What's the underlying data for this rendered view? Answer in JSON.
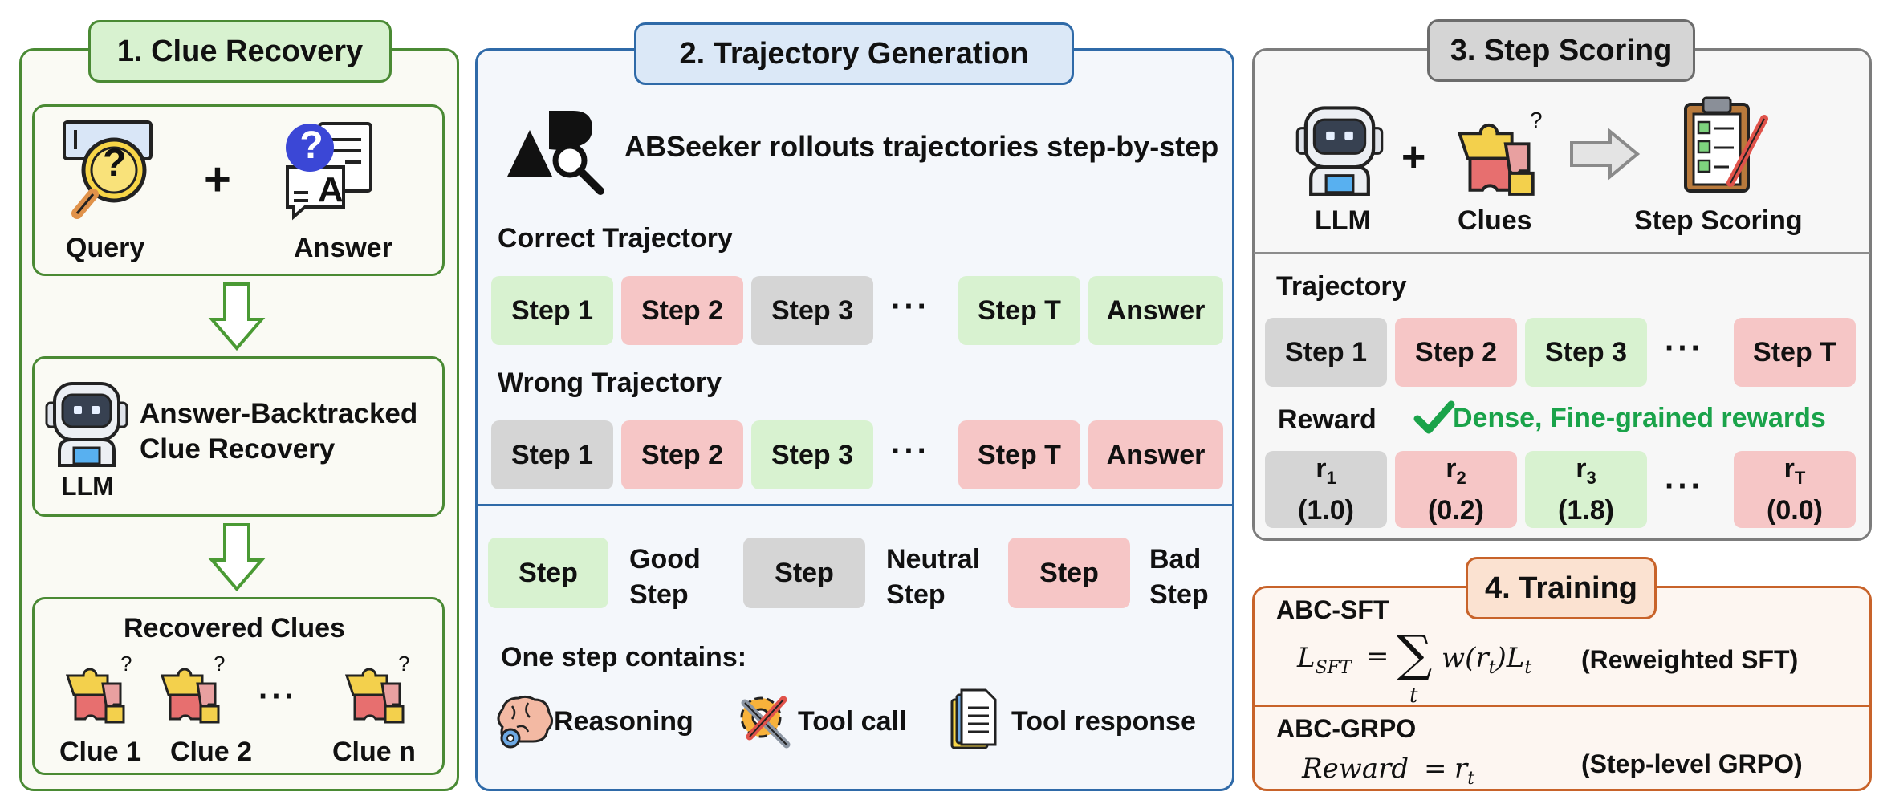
{
  "colors": {
    "good": "#d8f2d0",
    "neutral": "#d5d5d5",
    "bad": "#f6c6c6",
    "green_text": "#1aa34a"
  },
  "panel1": {
    "title": "1. Clue Recovery",
    "query_label": "Query",
    "plus": "+",
    "answer_label": "Answer",
    "query_icon_glyph": "?",
    "answer_icon_glyph": "?",
    "answer_doc_letter": "A",
    "llm_title_line1": "Answer-Backtracked",
    "llm_title_line2": "Clue Recovery",
    "llm_label": "LLM",
    "recovered_title": "Recovered Clues",
    "clues": [
      "Clue 1",
      "Clue 2",
      "Clue n"
    ],
    "clue_dots": "···",
    "puzzle_glyph": "?"
  },
  "panel2": {
    "title": "2. Trajectory Generation",
    "header_text": "ABSeeker rollouts trajectories step-by-step",
    "correct_title": "Correct Trajectory",
    "correct_steps": [
      "Step 1",
      "Step 2",
      "Step 3",
      "···",
      "Step T",
      "Answer"
    ],
    "wrong_title": "Wrong Trajectory",
    "wrong_steps": [
      "Step 1",
      "Step 2",
      "Step 3",
      "···",
      "Step T",
      "Answer"
    ],
    "legend": [
      {
        "box": "Step",
        "line1": "Good",
        "line2": "Step",
        "kind": "good"
      },
      {
        "box": "Step",
        "line1": "Neutral",
        "line2": "Step",
        "kind": "neutral"
      },
      {
        "box": "Step",
        "line1": "Bad",
        "line2": "Step",
        "kind": "bad"
      }
    ],
    "contains_title": "One step contains:",
    "contains": [
      "Reasoning",
      "Tool call",
      "Tool response"
    ]
  },
  "panel3": {
    "title": "3. Step Scoring",
    "llm_label": "LLM",
    "plus": "+",
    "clues_label": "Clues",
    "scoring_label": "Step Scoring",
    "trajectory_title": "Trajectory",
    "steps": [
      "Step 1",
      "Step 2",
      "Step 3",
      "···",
      "Step T"
    ],
    "reward_title": "Reward",
    "dense_text": "Dense, Fine-grained rewards",
    "rewards": [
      {
        "sym": "r",
        "sub": "1",
        "val": "(1.0)"
      },
      {
        "sym": "r",
        "sub": "2",
        "val": "(0.2)"
      },
      {
        "sym": "r",
        "sub": "3",
        "val": "(1.8)"
      },
      {
        "sym": "r",
        "sub": "T",
        "val": "(0.0)"
      }
    ],
    "reward_dots": "···"
  },
  "panel4": {
    "title": "4. Training",
    "sft_title": "ABC-SFT",
    "sft_note": "(Reweighted SFT)",
    "grpo_title": "ABC-GRPO",
    "grpo_note": "(Step-level GRPO)"
  }
}
